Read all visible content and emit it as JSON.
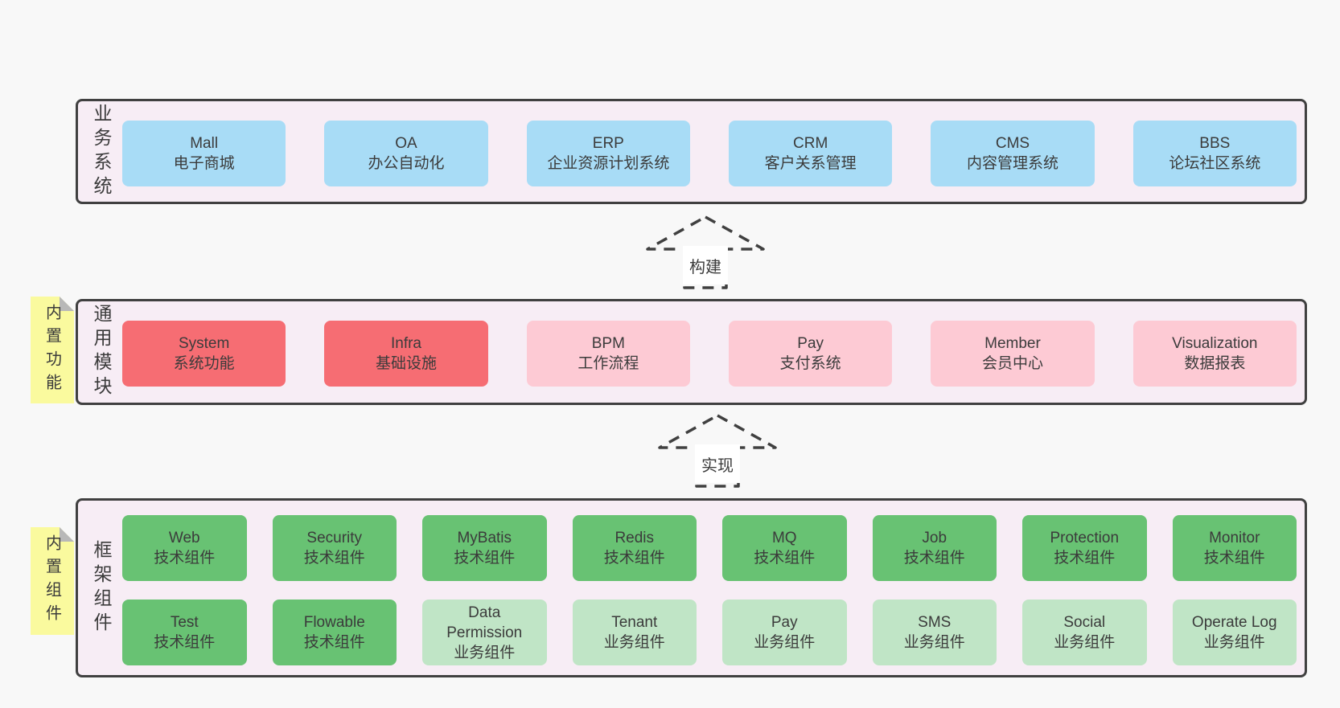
{
  "colors": {
    "page-bg": "#f8f8f8",
    "band-bg": "#f7edf5",
    "band-border": "#404040",
    "blue": "#a8dcf6",
    "red": "#f66d73",
    "pink": "#fdcad4",
    "green": "#68c273",
    "green-light": "#c0e5c6",
    "sticky": "#fafa9e",
    "fold": "#b8b8b8",
    "text": "#3b3b3b"
  },
  "bands": {
    "business": {
      "label": "业务系统",
      "boxes": [
        {
          "title": "Mall",
          "subtitle": "电子商城",
          "type": "blue"
        },
        {
          "title": "OA",
          "subtitle": "办公自动化",
          "type": "blue"
        },
        {
          "title": "ERP",
          "subtitle": "企业资源计划系统",
          "type": "blue"
        },
        {
          "title": "CRM",
          "subtitle": "客户关系管理",
          "type": "blue"
        },
        {
          "title": "CMS",
          "subtitle": "内容管理系统",
          "type": "blue"
        },
        {
          "title": "BBS",
          "subtitle": "论坛社区系统",
          "type": "blue"
        }
      ]
    },
    "modules": {
      "label": "通用模块",
      "sticky": "内置功能",
      "boxes": [
        {
          "title": "System",
          "subtitle": "系统功能",
          "type": "red"
        },
        {
          "title": "Infra",
          "subtitle": "基础设施",
          "type": "red"
        },
        {
          "title": "BPM",
          "subtitle": "工作流程",
          "type": "pink"
        },
        {
          "title": "Pay",
          "subtitle": "支付系统",
          "type": "pink"
        },
        {
          "title": "Member",
          "subtitle": "会员中心",
          "type": "pink"
        },
        {
          "title": "Visualization",
          "subtitle": "数据报表",
          "type": "pink"
        }
      ]
    },
    "components": {
      "label": "框架组件",
      "sticky": "内置组件",
      "row1": [
        {
          "title": "Web",
          "subtitle": "技术组件",
          "type": "green"
        },
        {
          "title": "Security",
          "subtitle": "技术组件",
          "type": "green"
        },
        {
          "title": "MyBatis",
          "subtitle": "技术组件",
          "type": "green"
        },
        {
          "title": "Redis",
          "subtitle": "技术组件",
          "type": "green"
        },
        {
          "title": "MQ",
          "subtitle": "技术组件",
          "type": "green"
        },
        {
          "title": "Job",
          "subtitle": "技术组件",
          "type": "green"
        },
        {
          "title": "Protection",
          "subtitle": "技术组件",
          "type": "green"
        },
        {
          "title": "Monitor",
          "subtitle": "技术组件",
          "type": "green"
        }
      ],
      "row2": [
        {
          "title": "Test",
          "subtitle": "技术组件",
          "type": "green"
        },
        {
          "title": "Flowable",
          "subtitle": "技术组件",
          "type": "green"
        },
        {
          "title": "Data Permission",
          "subtitle": "业务组件",
          "type": "green-light"
        },
        {
          "title": "Tenant",
          "subtitle": "业务组件",
          "type": "green-light"
        },
        {
          "title": "Pay",
          "subtitle": "业务组件",
          "type": "green-light"
        },
        {
          "title": "SMS",
          "subtitle": "业务组件",
          "type": "green-light"
        },
        {
          "title": "Social",
          "subtitle": "业务组件",
          "type": "green-light"
        },
        {
          "title": "Operate Log",
          "subtitle": "业务组件",
          "type": "green-light"
        }
      ]
    }
  },
  "arrows": {
    "build": "构建",
    "implement": "实现"
  }
}
